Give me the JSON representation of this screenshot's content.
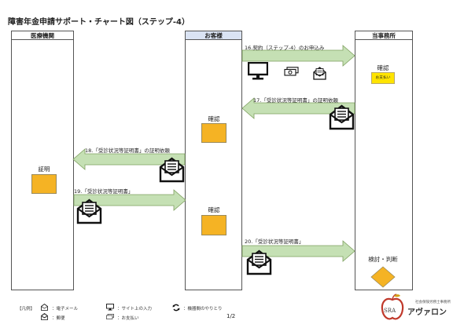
{
  "title": "障害年金申請サポート・チャート図（ステップ-4）",
  "lanes": {
    "left": "医療機関",
    "middle": "お客様",
    "right": "当事務所"
  },
  "steps": {
    "s16": "16.契約（ステップ-4）のお申込み",
    "s17": "17.「受診状況等証明書」の証明依頼",
    "s18": "18.「受診状況等証明書」の証明依頼",
    "s19": "19.「受診状況等証明書」",
    "s20": "20.「受診状況等証明書」"
  },
  "boxes": {
    "office_confirm": "確認",
    "payment": "お支払い",
    "client_confirm_1": "確認",
    "hospital_certify": "証明",
    "client_confirm_2": "確認",
    "review": "検討・判断"
  },
  "legend": {
    "heading": "【凡例】",
    "email": "：電子メール",
    "mail": "：郵便",
    "site": "：サイト上の入力",
    "payment": "：お支払い",
    "exchange": "：機器間のやりとり"
  },
  "page": "1/2",
  "logo": {
    "org": "社会保険労務士事務所",
    "name": "アヴァロン",
    "mark": "SRA"
  },
  "colors": {
    "arrow_fill": "#c5e0b4",
    "arrow_stroke": "#7fa060",
    "lane_header": "#dae3f3",
    "orange": "#f5b324",
    "yellow": "#ffe400",
    "logo_red": "#c0392b",
    "logo_gold": "#d4a017"
  }
}
